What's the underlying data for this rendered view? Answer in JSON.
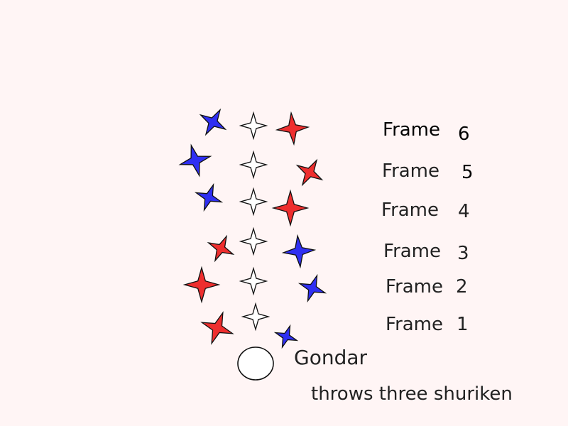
{
  "colors": {
    "background": "#fff5f5",
    "outline": "#111111",
    "blue": "#2f2ff2",
    "red": "#ee2e2e",
    "bright_red": "#ff1010",
    "white": "#ffffff"
  },
  "frames": [
    {
      "word": "Frame",
      "number": "6",
      "left": "blue",
      "center": "white",
      "right": "red"
    },
    {
      "word": "Frame",
      "number": "5",
      "left": "blue",
      "center": "white",
      "right": "red"
    },
    {
      "word": "Frame",
      "number": "4",
      "left": "blue",
      "center": "white",
      "right": "red"
    },
    {
      "word": "Frame",
      "number": "3",
      "left": "red",
      "center": "white",
      "right": "blue"
    },
    {
      "word": "Frame",
      "number": "2",
      "left": "red",
      "center": "white",
      "right": "blue"
    },
    {
      "word": "Frame",
      "number": "1",
      "left": "red",
      "center": "white",
      "right": "blue"
    }
  ],
  "character": {
    "name": "Gondar",
    "action": "throws three shuriken",
    "shape": "circle"
  },
  "icons": {
    "shuriken": "four-point-star-icon",
    "thrower": "circle-icon"
  }
}
